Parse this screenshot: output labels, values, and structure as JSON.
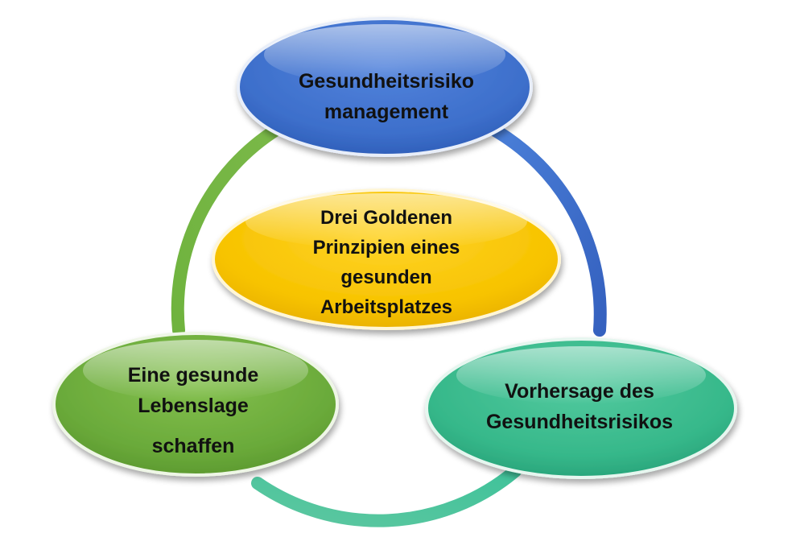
{
  "diagram": {
    "center": {
      "lines": [
        "Drei Goldenen",
        "Prinzipien eines",
        "gesunden",
        "Arbeitsplatzes"
      ]
    },
    "nodes": {
      "top": {
        "lines": [
          "Gesundheitsrisiko",
          "management"
        ]
      },
      "right": {
        "lines": [
          "Vorhersage des",
          "Gesundheitsrisikos"
        ]
      },
      "left": {
        "lines": [
          "Eine gesunde",
          "Lebenslage",
          "schaffen"
        ]
      }
    },
    "colors": {
      "blue": "#3d6fcb",
      "teal": "#3cb98d",
      "green": "#6aaa3a",
      "gold": "#f5c400"
    }
  }
}
